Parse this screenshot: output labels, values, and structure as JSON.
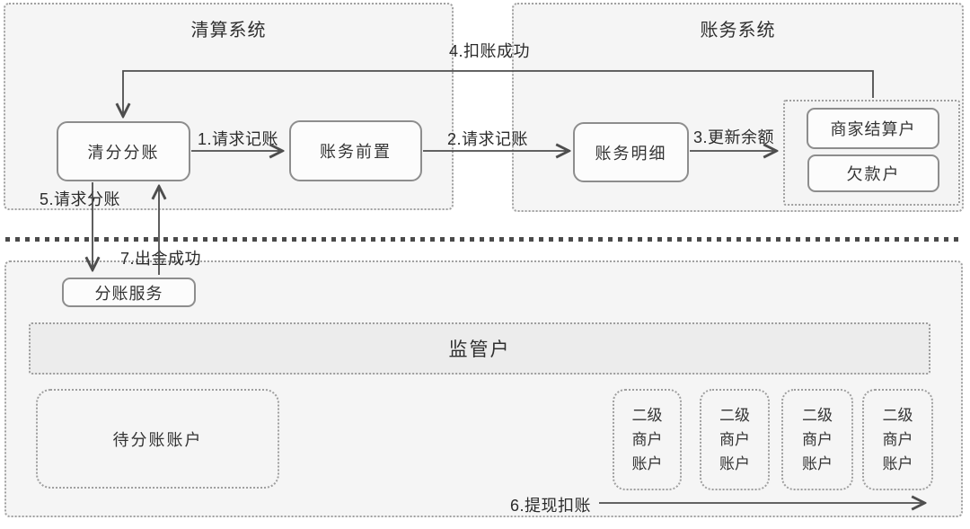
{
  "systems": {
    "clearing": {
      "label": "清算系统"
    },
    "accounting": {
      "label": "账务系统"
    }
  },
  "nodes": {
    "clearing_split": "清分分账",
    "accounting_gateway": "账务前置",
    "accounting_detail": "账务明细",
    "merchant_settlement_account": "商家结算户",
    "debt_account": "欠款户",
    "split_service": "分账服务",
    "supervision_account": "监管户",
    "pending_split_account": "待分账账户",
    "sub_merchant_accounts": [
      "二级商户账户",
      "二级商户账户",
      "二级商户账户",
      "二级商户账户"
    ]
  },
  "edges": {
    "step1": "1.请求记账",
    "step2": "2.请求记账",
    "step3": "3.更新余额",
    "step4": "4.扣账成功",
    "step5": "5.请求分账",
    "step6": "6.提现扣账",
    "step7": "7.出金成功"
  },
  "colors": {
    "container_fill": "#f5f5f5",
    "supervision_bar_fill": "#ececec",
    "node_fill": "#fcfcfc",
    "dotted_border": "#9e9e9e",
    "solid_border": "#8d8d8d",
    "line": "#4d4d4d",
    "text": "#2d2d2d"
  }
}
